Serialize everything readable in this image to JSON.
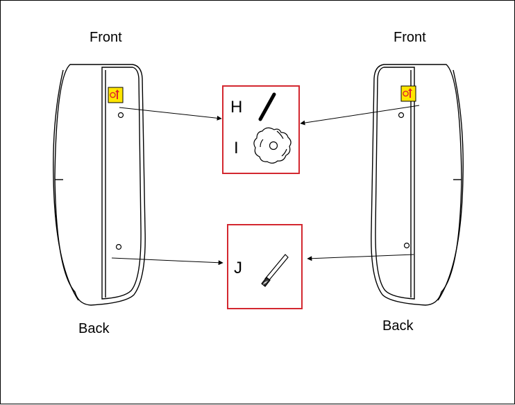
{
  "labels": {
    "front_left": "Front",
    "front_right": "Front",
    "back_left": "Back",
    "back_right": "Back"
  },
  "parts": {
    "h": "H",
    "i": "I",
    "j": "J"
  },
  "colors": {
    "callout_border": "#d3272f",
    "warning_label_fill": "#ffe600",
    "warning_arrow": "#e0242b",
    "line": "#000000"
  },
  "icons": {
    "left_label": "left-rotation-warning-icon",
    "right_label": "right-rotation-warning-icon",
    "part_h": "rod-icon",
    "part_i": "star-knob-icon",
    "part_j": "threaded-pin-icon"
  }
}
